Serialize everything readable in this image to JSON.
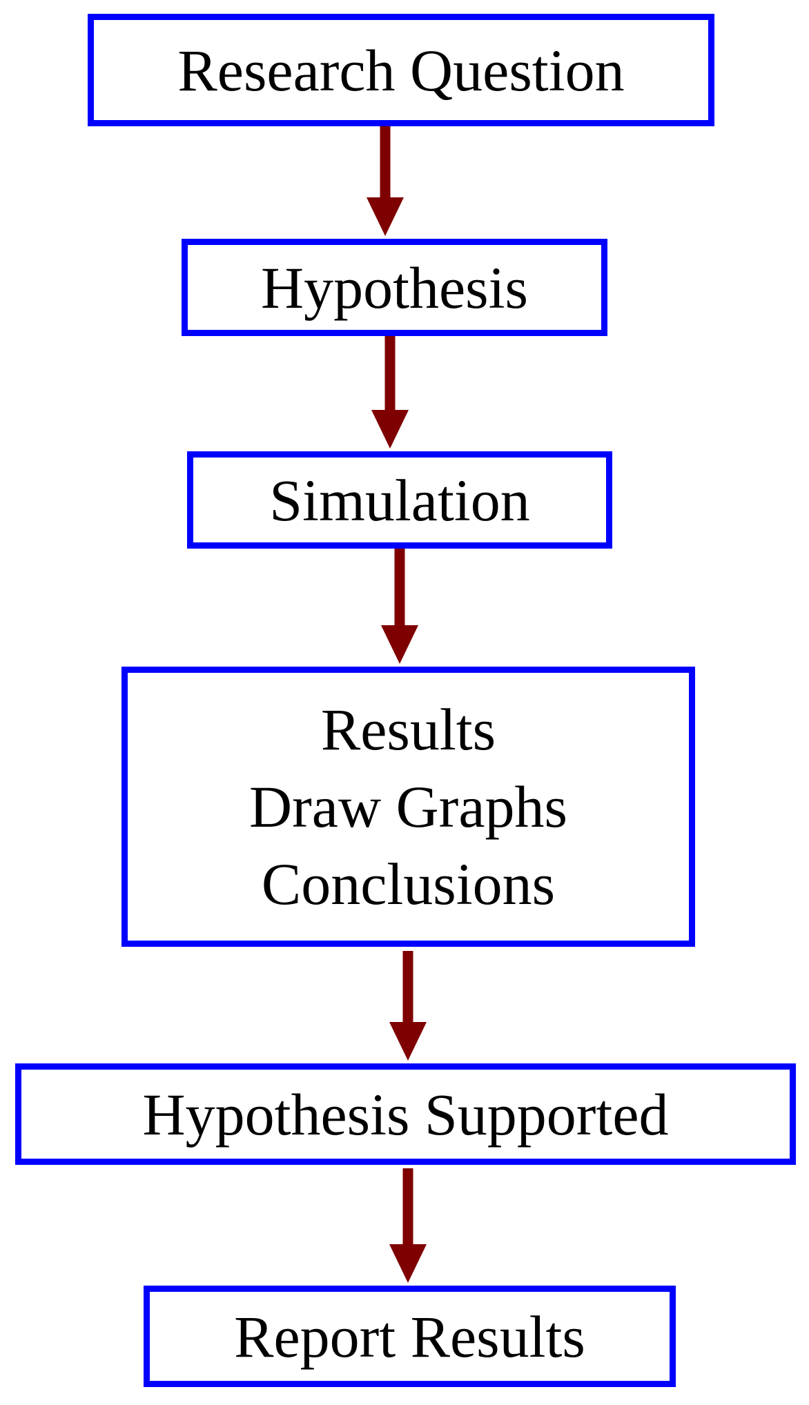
{
  "diagram": {
    "nodes": [
      {
        "id": "research-question",
        "lines": [
          "Research Question"
        ]
      },
      {
        "id": "hypothesis",
        "lines": [
          "Hypothesis"
        ]
      },
      {
        "id": "simulation",
        "lines": [
          "Simulation"
        ]
      },
      {
        "id": "results",
        "lines": [
          "Results",
          "Draw Graphs",
          "Conclusions"
        ]
      },
      {
        "id": "hypothesis-supported",
        "lines": [
          "Hypothesis Supported"
        ]
      },
      {
        "id": "report-results",
        "lines": [
          "Report Results"
        ]
      }
    ],
    "edges": [
      {
        "from": "research-question",
        "to": "hypothesis"
      },
      {
        "from": "hypothesis",
        "to": "simulation"
      },
      {
        "from": "simulation",
        "to": "results"
      },
      {
        "from": "results",
        "to": "hypothesis-supported"
      },
      {
        "from": "hypothesis-supported",
        "to": "report-results"
      }
    ],
    "colors": {
      "node_border": "#0000ff",
      "edge": "#7f0000",
      "text": "#000000",
      "background": "#ffffff"
    }
  }
}
